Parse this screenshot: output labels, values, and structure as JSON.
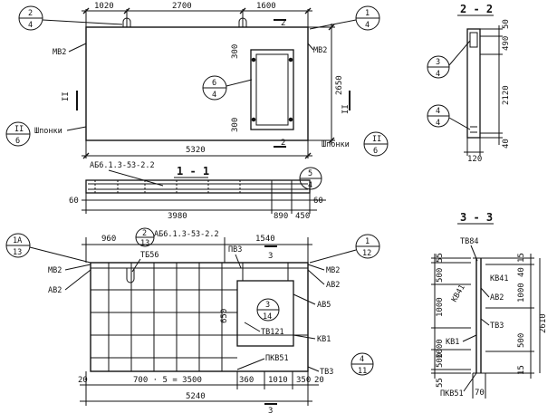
{
  "top_view": {
    "dims_top": [
      "1020",
      "2700",
      "1600"
    ],
    "dim_bottom": "5320",
    "dim_height": "2650",
    "dim_opening_upper": "300",
    "dim_opening_lower": "300",
    "label_mb2_left": "МВ2",
    "label_mb2_right": "МВ2",
    "label_shponki_left": "Шпонки",
    "label_shponki_right": "Шпонки",
    "cut_left": "II",
    "cut_right": "II",
    "cut_top": "2",
    "cut_bottom": "2",
    "callouts": [
      {
        "top": "2",
        "bottom": "4"
      },
      {
        "top": "1",
        "bottom": "4"
      },
      {
        "top": "6",
        "bottom": "4"
      },
      {
        "top": "II",
        "bottom": "6"
      },
      {
        "top": "II",
        "bottom": "6"
      }
    ]
  },
  "section_1_1": {
    "title": "1 - 1",
    "bar_label": "АБ6.1.3-53-2.2",
    "callout": {
      "top": "5",
      "bottom": "4"
    },
    "dims": [
      "60",
      "3980",
      "890",
      "450",
      "60"
    ]
  },
  "section_2_2": {
    "title": "2 - 2",
    "callouts": [
      {
        "top": "3",
        "bottom": "4"
      },
      {
        "top": "4",
        "bottom": "4"
      }
    ],
    "dims_right": [
      "50",
      "490",
      "2120",
      "40"
    ],
    "dim_bottom": "120"
  },
  "plan_bottom": {
    "title_label": "АБ6.1.3-53-2.2",
    "dims_top": [
      "960",
      "1540"
    ],
    "dims_bottom_row1": [
      "20",
      "700 · 5 = 3500",
      "360",
      "1010",
      "350",
      "20"
    ],
    "dim_total": "5240",
    "labels": {
      "tb56": "ТБ56",
      "pv3": "ПВ3",
      "mb2_left": "МВ2",
      "ab2_left": "АВ2",
      "mb2_right": "МВ2",
      "ab2_right": "АВ2",
      "ab5": "АВ5",
      "tb121": "ТВ121",
      "kb1": "КВ1",
      "pkb51": "ПКВ51",
      "tb3": "ТВ3",
      "dim_650": "650"
    },
    "cut_top": "3",
    "cut_bottom": "3",
    "callouts": [
      {
        "top": "1А",
        "bottom": "13"
      },
      {
        "top": "2",
        "bottom": "13"
      },
      {
        "top": "1",
        "bottom": "12"
      },
      {
        "top": "3",
        "bottom": "14"
      },
      {
        "top": "4",
        "bottom": "11"
      }
    ]
  },
  "section_3_3": {
    "title": "3 - 3",
    "labels": {
      "tb84": "ТВ84",
      "kb41_a": "КВ41",
      "kb41_b": "КВ41",
      "ab2": "АВ2",
      "tb3": "ТВ3",
      "kb1": "КВ1",
      "pkb51": "ПКВ51"
    },
    "dims_left": [
      "55",
      "500",
      "1000",
      "1000",
      "500",
      "55"
    ],
    "dims_right": [
      "15",
      "40",
      "1000",
      "500",
      "15"
    ],
    "dim_total": "2610",
    "dim_bottom": "70"
  }
}
